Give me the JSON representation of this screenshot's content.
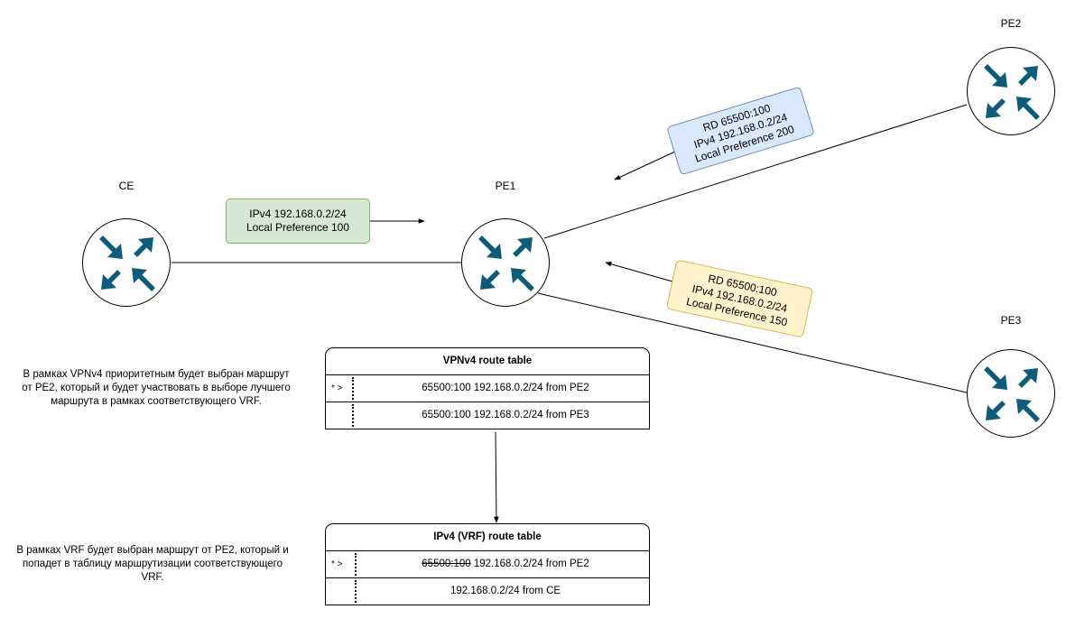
{
  "nodes": {
    "ce": "CE",
    "pe1": "PE1",
    "pe2": "PE2",
    "pe3": "PE3"
  },
  "updates": {
    "ce_to_pe1": {
      "line1": "IPv4 192.168.0.2/24",
      "line2": "Local Preference 100"
    },
    "pe2_to_pe1": {
      "line1": "RD 65500:100",
      "line2": "IPv4 192.168.0.2/24",
      "line3": "Local Preference 200"
    },
    "pe3_to_pe1": {
      "line1": "RD 65500:100",
      "line2": "IPv4 192.168.0.2/24",
      "line3": "Local Preference 150"
    }
  },
  "vpnv4_table": {
    "title": "VPNv4 route table",
    "rows": [
      {
        "flag": "* >",
        "route": "65500:100 192.168.0.2/24 from PE2"
      },
      {
        "flag": "",
        "route": "65500:100 192.168.0.2/24 from PE3"
      }
    ]
  },
  "vrf_table": {
    "title": "IPv4 (VRF) route table",
    "rows": [
      {
        "flag": "* >",
        "rd_struck": "65500:100",
        "route": " 192.168.0.2/24 from PE2"
      },
      {
        "flag": "",
        "rd_struck": "",
        "route": "192.168.0.2/24 from CE"
      }
    ]
  },
  "notes": {
    "vpnv4": {
      "line1": "В рамках VPNv4 приоритетным будет выбран маршрут",
      "line2": "от PE2, который и будет участвовать в выборе лучшего",
      "line3": "маршрута в рамках соответствующего VRF."
    },
    "vrf": {
      "line1": "В рамках VRF  будет выбран маршрут от PE2, который и",
      "line2": "попадет в таблицу маршрутизации соответствующего",
      "line3": "VRF."
    }
  },
  "icons": {
    "router": "router-icon",
    "color": "#0e5c7a"
  }
}
